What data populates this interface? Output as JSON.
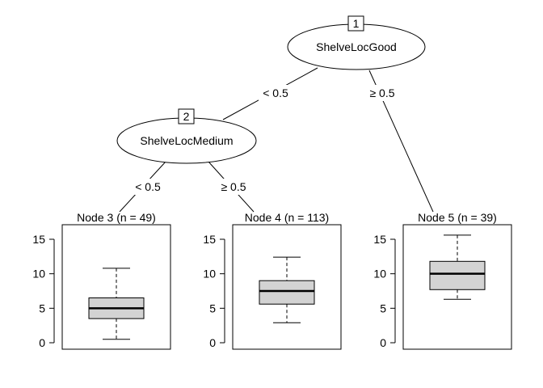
{
  "tree": {
    "inner_nodes": [
      {
        "id": "1",
        "variable": "ShelveLocGood"
      },
      {
        "id": "2",
        "variable": "ShelveLocMedium"
      }
    ],
    "edges": {
      "n1_left": "< 0.5",
      "n1_right": "≥ 0.5",
      "n2_left": "< 0.5",
      "n2_right": "≥ 0.5"
    },
    "terminal_nodes": [
      {
        "title": "Node 3 (n = 49)"
      },
      {
        "title": "Node 4 (n = 113)"
      },
      {
        "title": "Node 5 (n = 39)"
      }
    ]
  },
  "chart_data": {
    "type": "boxplot",
    "y_ticks": [
      "0",
      "5",
      "10",
      "15"
    ],
    "ylim": [
      -0.5,
      17
    ],
    "panels": [
      {
        "node": "Node 3",
        "n": 49,
        "whisker_low": 0.5,
        "q1": 3.5,
        "median": 5.0,
        "q3": 6.5,
        "whisker_high": 10.8
      },
      {
        "node": "Node 4",
        "n": 113,
        "whisker_low": 2.9,
        "q1": 5.6,
        "median": 7.5,
        "q3": 9.0,
        "whisker_high": 12.4
      },
      {
        "node": "Node 5",
        "n": 39,
        "whisker_low": 6.3,
        "q1": 7.7,
        "median": 10.0,
        "q3": 11.8,
        "whisker_high": 15.6
      }
    ]
  },
  "colors": {
    "box_fill": "#d3d3d3",
    "line": "#000000",
    "background": "#ffffff"
  }
}
